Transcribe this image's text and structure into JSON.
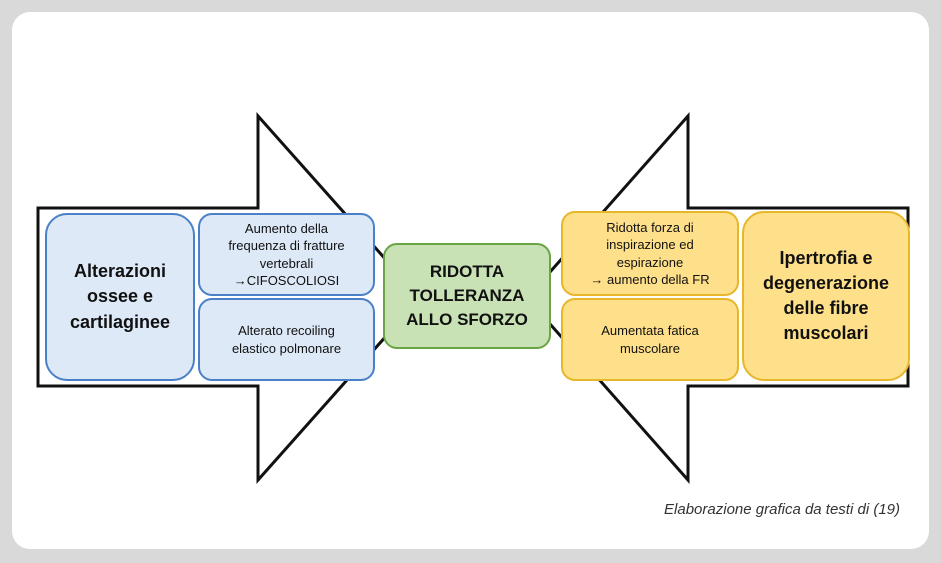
{
  "left_main": [
    "Alterazioni",
    "ossee  e",
    "cartilaginee"
  ],
  "left_top": [
    "Aumento della",
    "frequenza di fratture",
    "vertebrali",
    "→CIFOSCOLIOSI"
  ],
  "left_bottom": [
    "Alterato recoiling",
    "elastico polmonare"
  ],
  "center": [
    "RIDOTTA",
    "TOLLERANZA",
    "ALLO SFORZO"
  ],
  "right_top": [
    "Ridotta forza di",
    "inspirazione ed",
    "espirazione",
    "→ aumento della FR"
  ],
  "right_bottom": [
    "Aumentata fatica",
    "muscolare"
  ],
  "right_main": [
    "Ipertrofia e",
    "degenerazione",
    "delle fibre",
    "muscolari"
  ],
  "caption": "Elaborazione grafica da testi di (19)",
  "colors": {
    "blue_fill": "#dde9f7",
    "blue_border": "#4a80c7",
    "yellow_fill": "#ffe08a",
    "yellow_border": "#e8b62a",
    "green_fill": "#c8e2b6",
    "green_border": "#6aa544"
  }
}
